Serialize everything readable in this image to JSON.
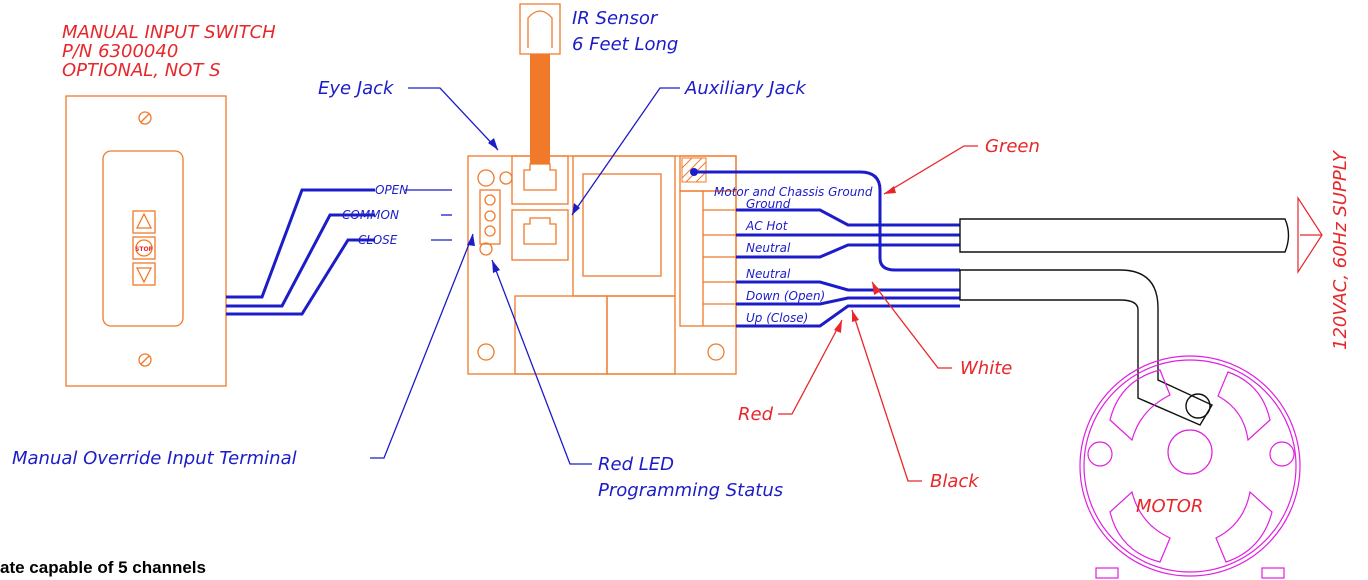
{
  "switch": {
    "title_line1": "MANUAL INPUT SWITCH",
    "title_line2": "P/N 6300040",
    "title_line3": "OPTIONAL, NOT S",
    "stop_label": "STOP"
  },
  "sensor": {
    "line1": "IR Sensor",
    "line2": "6 Feet Long"
  },
  "labels": {
    "eye_jack": "Eye Jack",
    "aux_jack": "Auxiliary Jack",
    "open": "OPEN",
    "common": "COMMON",
    "close": "CLOSE",
    "override": "Manual Override Input Terminal",
    "led_line1": "Red LED",
    "led_line2": "Programming Status",
    "motor_ground": "Motor and Chassis Ground",
    "ground": "Ground",
    "ac_hot": "AC Hot",
    "neutral1": "Neutral",
    "neutral2": "Neutral",
    "down_open": "Down (Open)",
    "up_close": "Up (Close)",
    "green": "Green",
    "white": "White",
    "red": "Red",
    "black": "Black",
    "motor": "MOTOR",
    "supply": "120VAC, 60Hz SUPPLY"
  },
  "footer": "ate capable of 5 channels",
  "colors": {
    "accent_red": "#e8272a",
    "wire_blue": "#1c1cc8",
    "board_orange": "#f07a2a",
    "motor_magenta": "#e020e0"
  }
}
